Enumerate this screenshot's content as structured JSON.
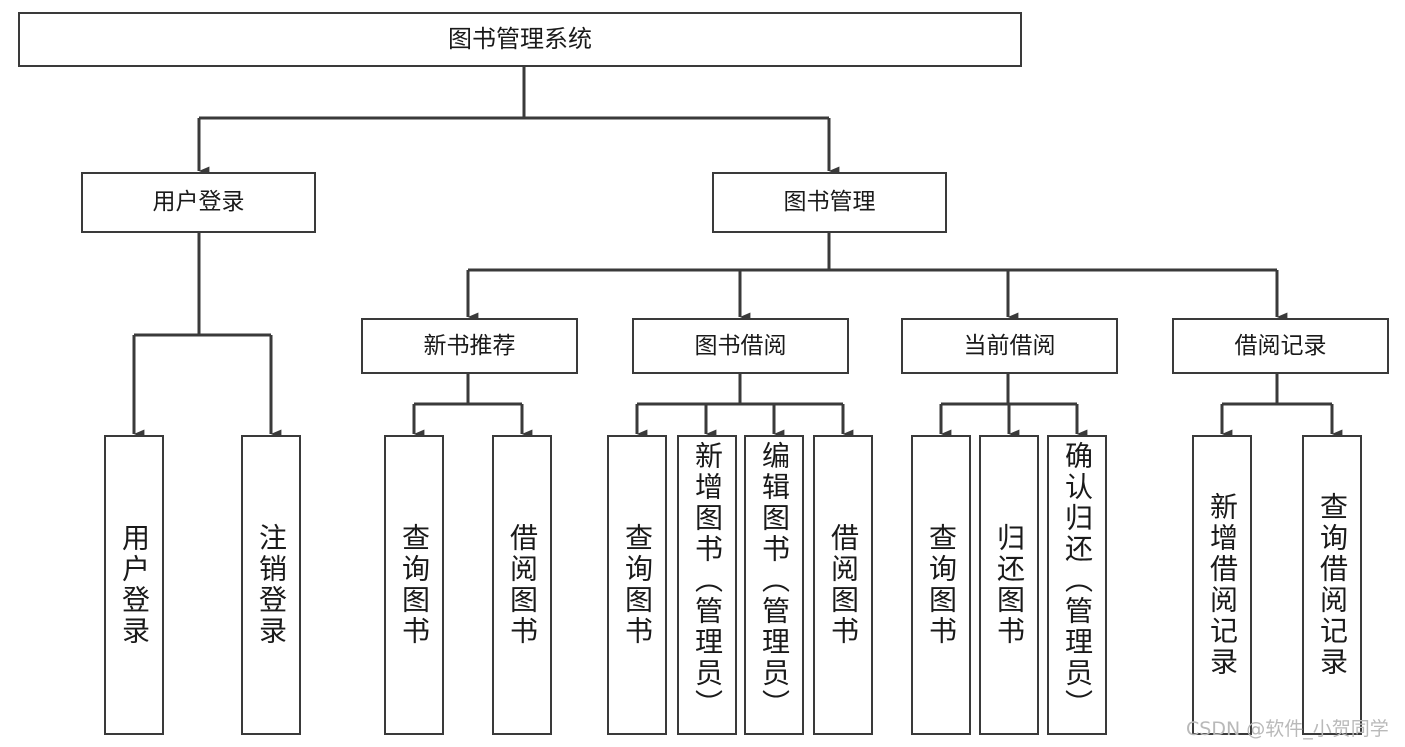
{
  "diagram": {
    "title": "图书管理系统",
    "type": "hierarchy-tree",
    "colors": {
      "box_border": "#3a3a3a",
      "box_fill": "#ffffff",
      "text": "#1a1a1a",
      "edge": "#3a3a3a",
      "watermark": "#b9b9b9",
      "background": "#ffffff"
    },
    "root": {
      "label": "图书管理系统"
    },
    "level1": [
      {
        "label": "用户登录"
      },
      {
        "label": "图书管理"
      }
    ],
    "level2": [
      {
        "label": "新书推荐"
      },
      {
        "label": "图书借阅"
      },
      {
        "label": "当前借阅"
      },
      {
        "label": "借阅记录"
      }
    ],
    "leaves": {
      "user_login": [
        {
          "label": "用户登录"
        },
        {
          "label": "注销登录"
        }
      ],
      "new_book_recommend": [
        {
          "label": "查询图书"
        },
        {
          "label": "借阅图书"
        }
      ],
      "book_borrow": [
        {
          "label": "查询图书"
        },
        {
          "label": "新增图书（管理员）"
        },
        {
          "label": "编辑图书（管理员）"
        },
        {
          "label": "借阅图书"
        }
      ],
      "current_borrow": [
        {
          "label": "查询图书"
        },
        {
          "label": "归还图书"
        },
        {
          "label": "确认归还（管理员）"
        }
      ],
      "borrow_record": [
        {
          "label": "新增借阅记录"
        },
        {
          "label": "查询借阅记录"
        }
      ]
    }
  },
  "watermark": {
    "text": "CSDN @软件_小贺同学"
  }
}
